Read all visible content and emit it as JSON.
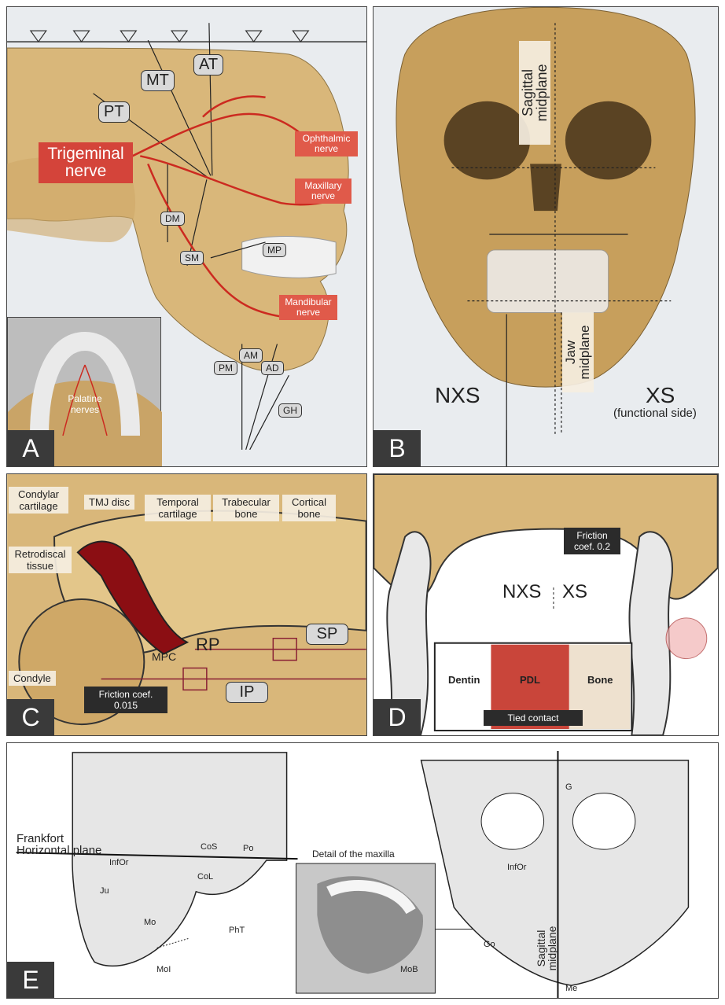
{
  "panel_a": {
    "letter": "A",
    "muscles": {
      "at": "AT",
      "mt": "MT",
      "pt": "PT",
      "dm": "DM",
      "sm": "SM",
      "mp": "MP",
      "am": "AM",
      "pm": "PM",
      "ad": "AD",
      "gh": "GH"
    },
    "nerves": {
      "trigeminal": "Trigeminal nerve",
      "ophthalmic": "Ophthalmic nerve",
      "maxillary": "Maxillary nerve",
      "mandibular": "Mandibular nerve",
      "palatine": "Palatine nerves"
    }
  },
  "panel_b": {
    "letter": "B",
    "sagittal": "Sagittal midplane",
    "jaw": "Jaw midplane",
    "nxs": "NXS",
    "xs": "XS",
    "functional": "(functional side)"
  },
  "panel_c": {
    "letter": "C",
    "labels": {
      "condylar_cartilage": "Condylar cartilage",
      "tmj_disc": "TMJ disc",
      "temporal_cartilage": "Temporal cartilage",
      "trabecular_bone": "Trabecular bone",
      "cortical_bone": "Cortical bone",
      "retrodiscal": "Retrodiscal tissue",
      "condyle": "Condyle",
      "rp": "RP",
      "mpc": "MPC",
      "sp": "SP",
      "ip": "IP",
      "friction": "Friction coef. 0.015"
    }
  },
  "panel_d": {
    "letter": "D",
    "friction": "Friction coef. 0.2",
    "nxs": "NXS",
    "xs": "XS",
    "dentin": "Dentin",
    "pdl": "PDL",
    "bone": "Bone",
    "tied": "Tied contact"
  },
  "panel_e": {
    "letter": "E",
    "frankfort": "Frankfort Horizontal plane",
    "detail": "Detail of the maxilla",
    "sagittal": "Sagittal midplane",
    "landmarks": {
      "infor": "InfOr",
      "cos": "CoS",
      "po": "Po",
      "col": "CoL",
      "ju": "Ju",
      "mo": "Mo",
      "pht": "PhT",
      "moi": "MoI",
      "mob": "MoB",
      "g": "G",
      "infor2": "InfOr",
      "go": "Go",
      "me": "Me"
    }
  },
  "colors": {
    "bone": "#d9b77a",
    "nerve": "#d4443a",
    "label_bg": "#3a3a3a",
    "spring": "#8a2034"
  }
}
